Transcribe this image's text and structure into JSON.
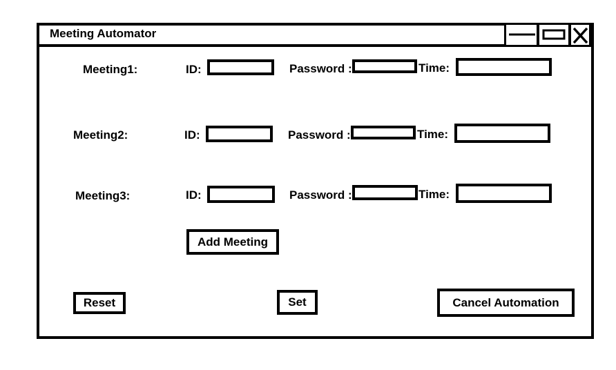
{
  "window": {
    "title": "Meeting Automator",
    "controls": {
      "minimize": "minimize-icon",
      "maximize": "maximize-icon",
      "close": "close-icon"
    }
  },
  "meetings": [
    {
      "label": "Meeting1:",
      "id_label": "ID:",
      "id_value": "",
      "password_label": "Password :",
      "password_value": "",
      "time_label": "Time:",
      "time_value": ""
    },
    {
      "label": "Meeting2:",
      "id_label": "ID:",
      "id_value": "",
      "password_label": "Password :",
      "password_value": "",
      "time_label": "Time:",
      "time_value": ""
    },
    {
      "label": "Meeting3:",
      "id_label": "ID:",
      "id_value": "",
      "password_label": "Password :",
      "password_value": "",
      "time_label": "Time:",
      "time_value": ""
    }
  ],
  "buttons": {
    "add_meeting": "Add Meeting",
    "reset": "Reset",
    "set": "Set",
    "cancel_automation": "Cancel Automation"
  },
  "colors": {
    "stroke": "#000000",
    "background": "#ffffff"
  }
}
